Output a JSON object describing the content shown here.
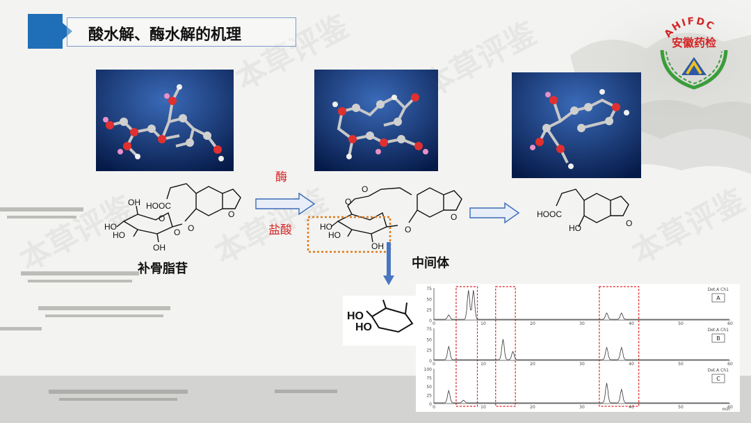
{
  "title": "酸水解、酶水解的机理",
  "logo": {
    "arc_text": "AHIFDC",
    "main_text": "安徽药检",
    "color": "#d32424",
    "ring_color": "#3a9d3a"
  },
  "molecule_labels": {
    "left": "补骨脂苷",
    "middle": "中间体"
  },
  "reaction_labels": {
    "enzyme": "酶",
    "acid": "盐酸"
  },
  "chem_text": {
    "hooc_1": "HOOC",
    "oh_1": "OH",
    "ho_1": "HO",
    "ho_2": "HO",
    "oh_2": "OH",
    "o_1": "O",
    "o_2": "O",
    "o_3": "O",
    "o_4": "O",
    "o_5": "O",
    "ho_3": "HO",
    "ho_4": "HO",
    "oh_3": "OH",
    "o_6": "O",
    "o_7": "O",
    "o_8": "O",
    "hooc_2": "HOOC",
    "ho_5": "HO",
    "o_9": "O",
    "inset_ho_1": "HO",
    "inset_ho_2": "HO"
  },
  "chromatograms": [
    {
      "panel": "A",
      "detector": "Det.A Ch1",
      "y_ticks": [
        "75",
        "50",
        "25",
        "0"
      ],
      "x_ticks": [
        "0",
        "10",
        "20",
        "30",
        "40",
        "50",
        "60"
      ],
      "peaks": [
        [
          3,
          0.15
        ],
        [
          7,
          1.0
        ],
        [
          8,
          1.0
        ],
        [
          35,
          0.22
        ],
        [
          38,
          0.22
        ]
      ]
    },
    {
      "panel": "B",
      "detector": "Det.A Ch1",
      "y_ticks": [
        "75",
        "50",
        "25",
        "0"
      ],
      "x_ticks": [
        "0",
        "10",
        "20",
        "30",
        "40",
        "50",
        "60"
      ],
      "peaks": [
        [
          3,
          0.45
        ],
        [
          14,
          0.7
        ],
        [
          16,
          0.28
        ],
        [
          35,
          0.42
        ],
        [
          38,
          0.42
        ]
      ]
    },
    {
      "panel": "C",
      "detector": "Det.A Ch1",
      "y_ticks": [
        "100",
        "75",
        "50",
        "25",
        "0"
      ],
      "x_ticks": [
        "0",
        "10",
        "20",
        "30",
        "40",
        "50",
        "60"
      ],
      "peaks": [
        [
          3,
          0.38
        ],
        [
          6,
          0.08
        ],
        [
          35,
          0.62
        ],
        [
          38,
          0.42
        ]
      ]
    }
  ],
  "chromatogram_x_unit": "min",
  "watermark_text": "本草评鉴",
  "colors": {
    "title_accent": "#1f6fb8",
    "highlight_box": "#e07b1a",
    "red_window": "#e02020",
    "molecule_bg": "#0c2d6d"
  }
}
